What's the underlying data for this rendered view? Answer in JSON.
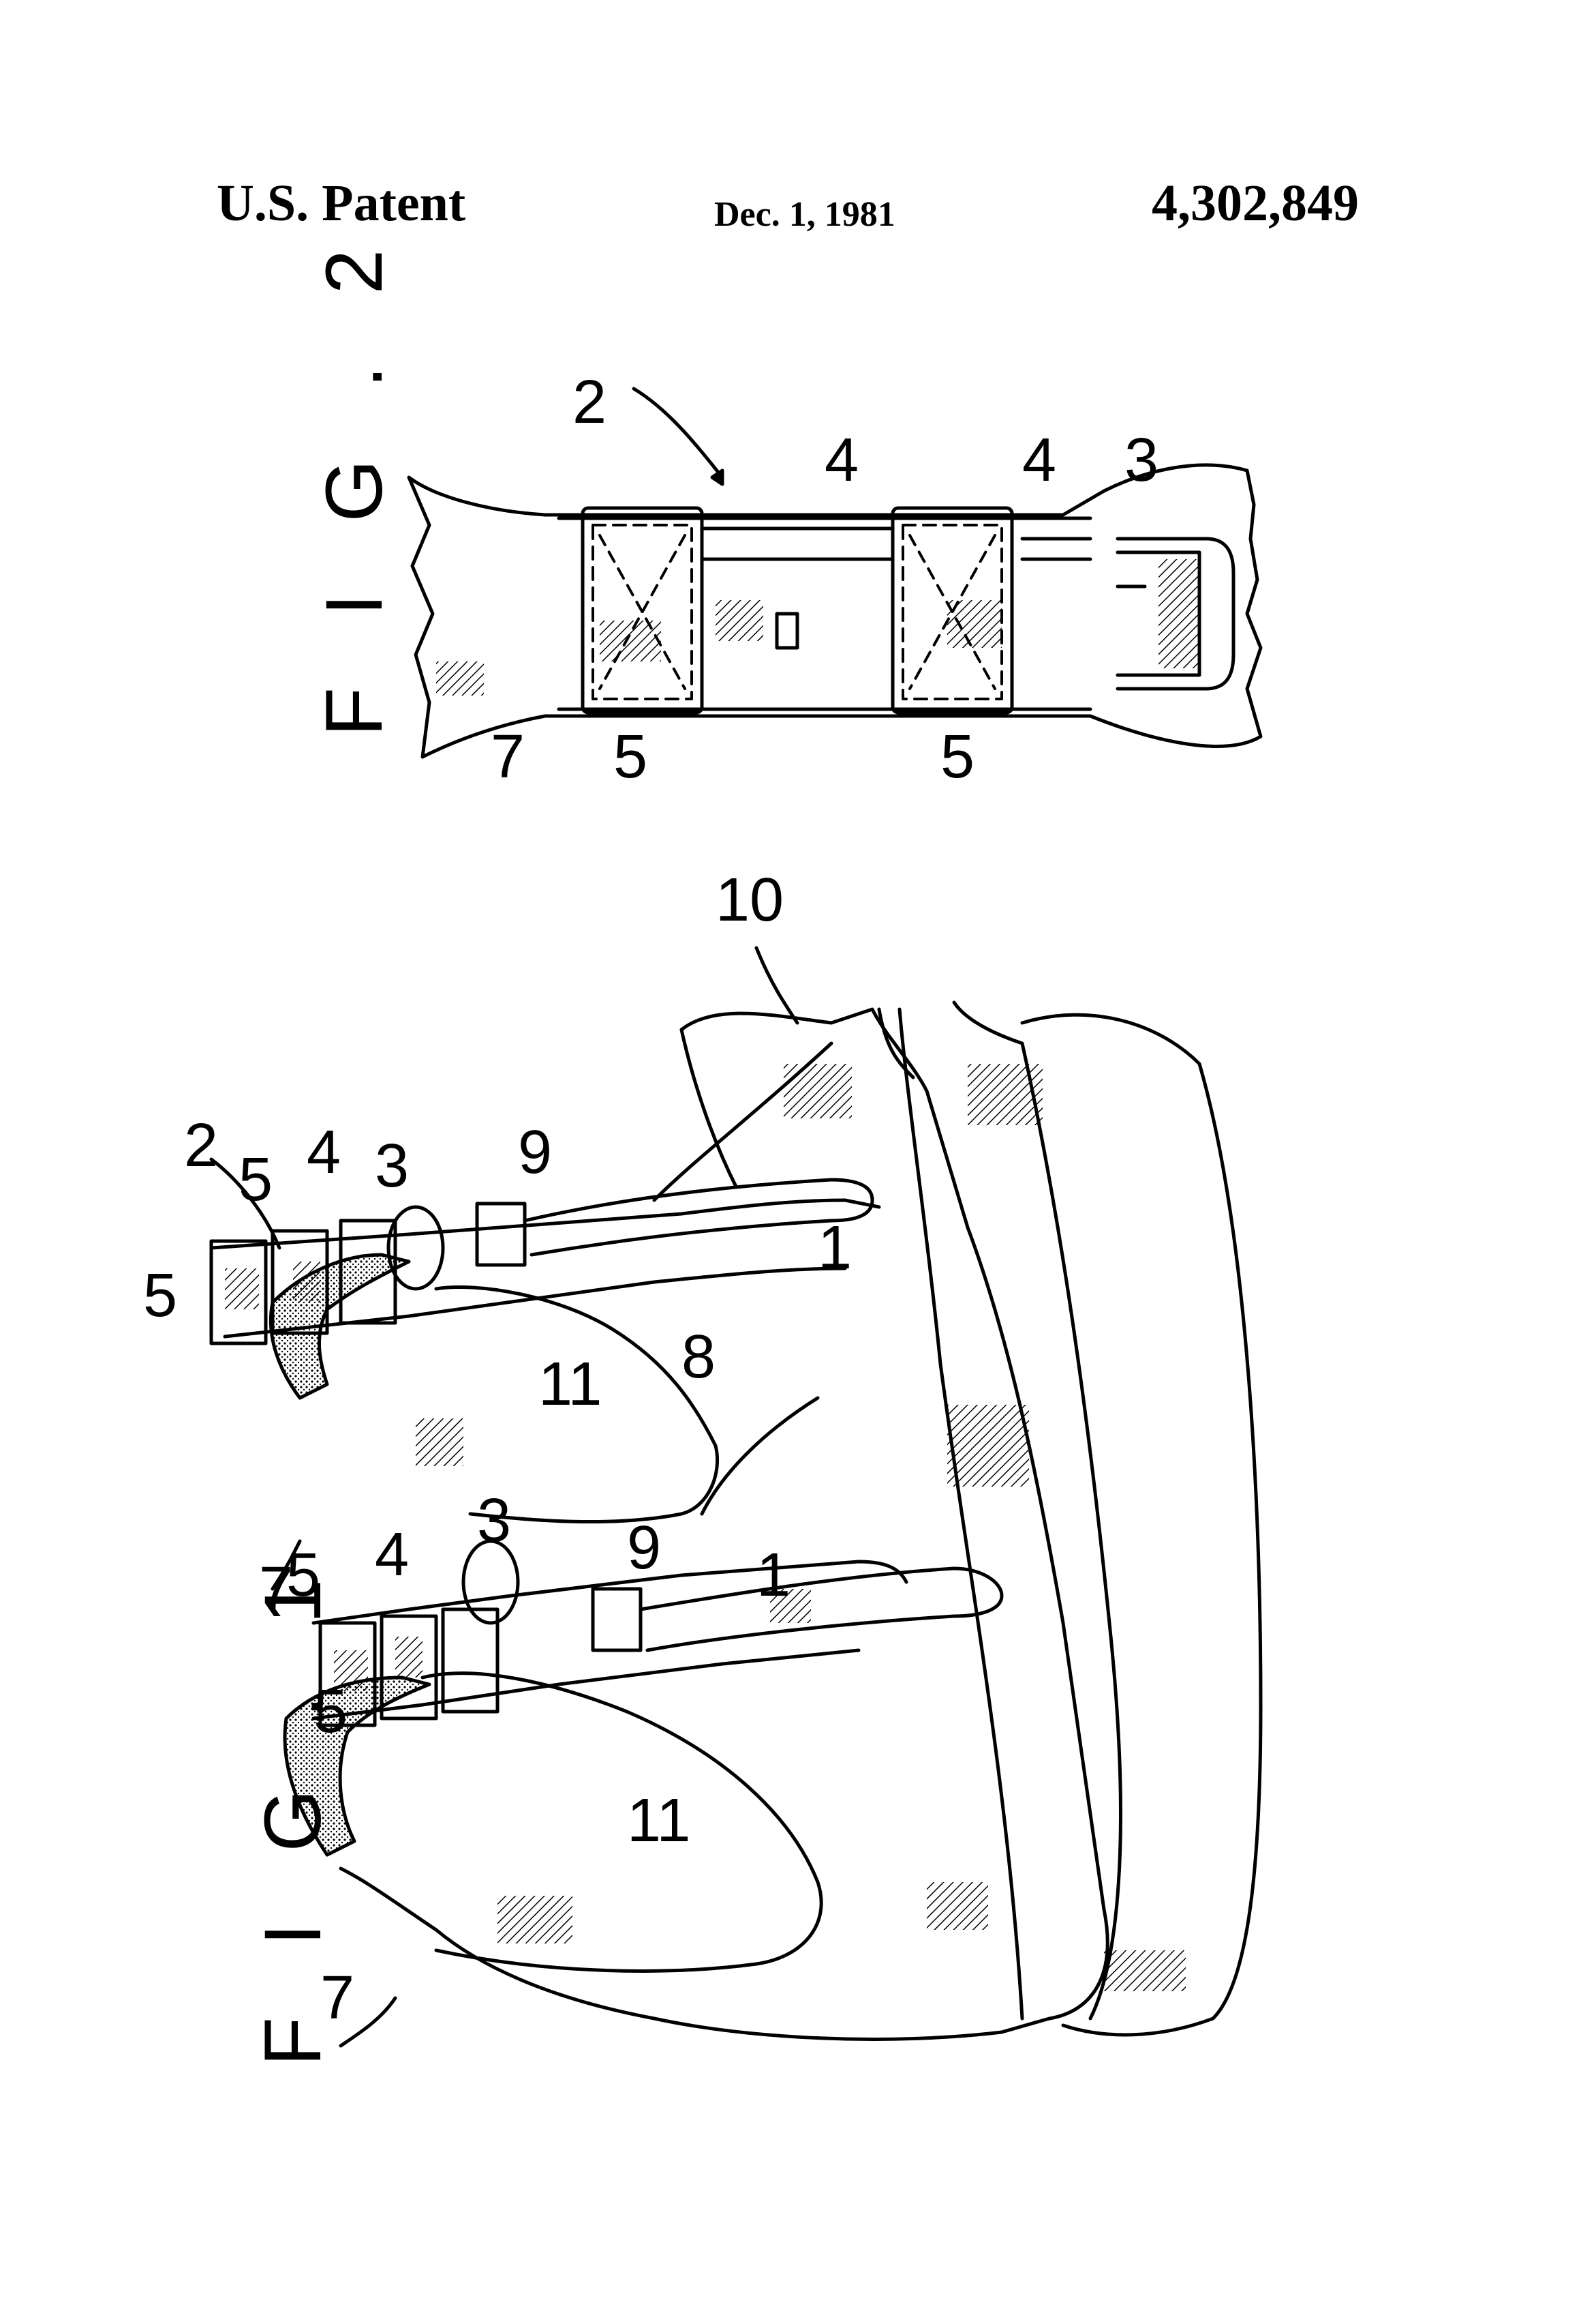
{
  "header": {
    "left": "U.S. Patent",
    "date": "Dec. 1, 1981",
    "number": "4,302,849"
  },
  "figures": {
    "fig1": {
      "label": "F I G . 1",
      "refs": [
        "1",
        "1",
        "2",
        "3",
        "3",
        "4",
        "4",
        "5",
        "5",
        "5",
        "5",
        "7",
        "7",
        "8",
        "9",
        "9",
        "10",
        "11",
        "11"
      ]
    },
    "fig2": {
      "label": "F I G . 2",
      "refs": [
        "2",
        "3",
        "4",
        "4",
        "5",
        "5",
        "7"
      ]
    }
  }
}
